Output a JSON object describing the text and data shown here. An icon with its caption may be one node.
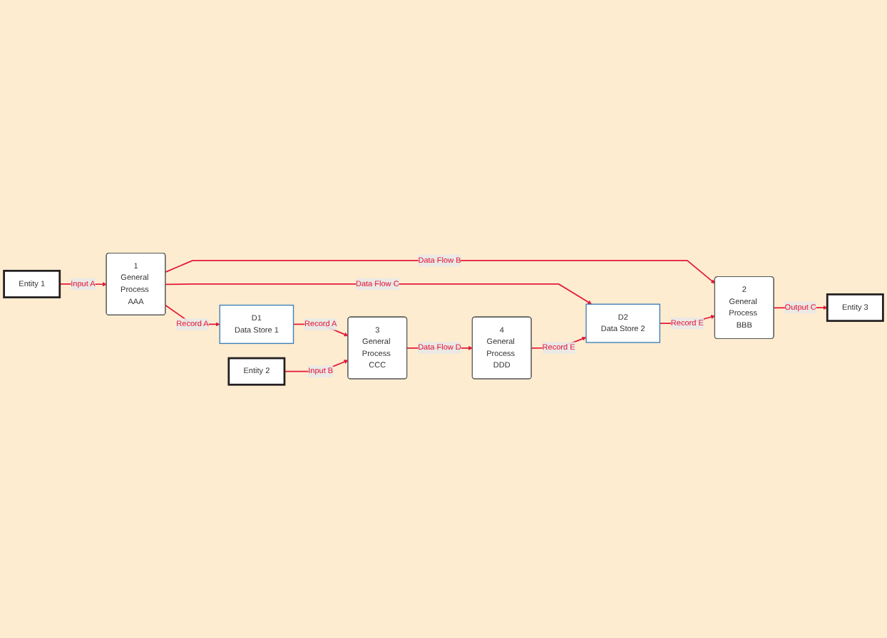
{
  "diagram": {
    "nodes": [
      {
        "text": [
          "Entity 1"
        ]
      },
      {
        "text": [
          "1",
          "General Process AAA"
        ]
      },
      {
        "text": [
          "2",
          "General Process BBB"
        ]
      },
      {
        "text": [
          "Entity 3"
        ]
      },
      {
        "text": [
          "D1",
          "Data Store 1"
        ]
      },
      {
        "text": [
          "D2",
          "Data Store 2"
        ]
      },
      {
        "text": [
          "Entity 2"
        ]
      },
      {
        "text": [
          "3",
          "General Process CCC"
        ]
      },
      {
        "text": [
          "4",
          "General Process DDD"
        ]
      }
    ],
    "edges": [
      {
        "from": 0,
        "to": 1,
        "arrow": "to",
        "label": "Input A"
      },
      {
        "from": 1,
        "to": 2,
        "arrow": "to",
        "label": "Data Flow B"
      },
      {
        "from": 2,
        "to": 3,
        "arrow": "to",
        "label": "Output C"
      },
      {
        "from": 1,
        "to": 5,
        "arrow": "to",
        "label": "Data Flow C"
      },
      {
        "from": 1,
        "to": 4,
        "arrow": "to",
        "label": "Record A"
      },
      {
        "from": 5,
        "to": 2,
        "arrow": "to",
        "label": "Record E"
      },
      {
        "from": 4,
        "to": 7,
        "arrow": "to",
        "label": "Record A"
      },
      {
        "from": 8,
        "to": 5,
        "arrow": "to",
        "label": "Record E"
      },
      {
        "from": 6,
        "to": 7,
        "arrow": "to",
        "label": "Input B"
      },
      {
        "from": 7,
        "to": 8,
        "arrow": "to",
        "label": "Data Flow D"
      }
    ]
  }
}
